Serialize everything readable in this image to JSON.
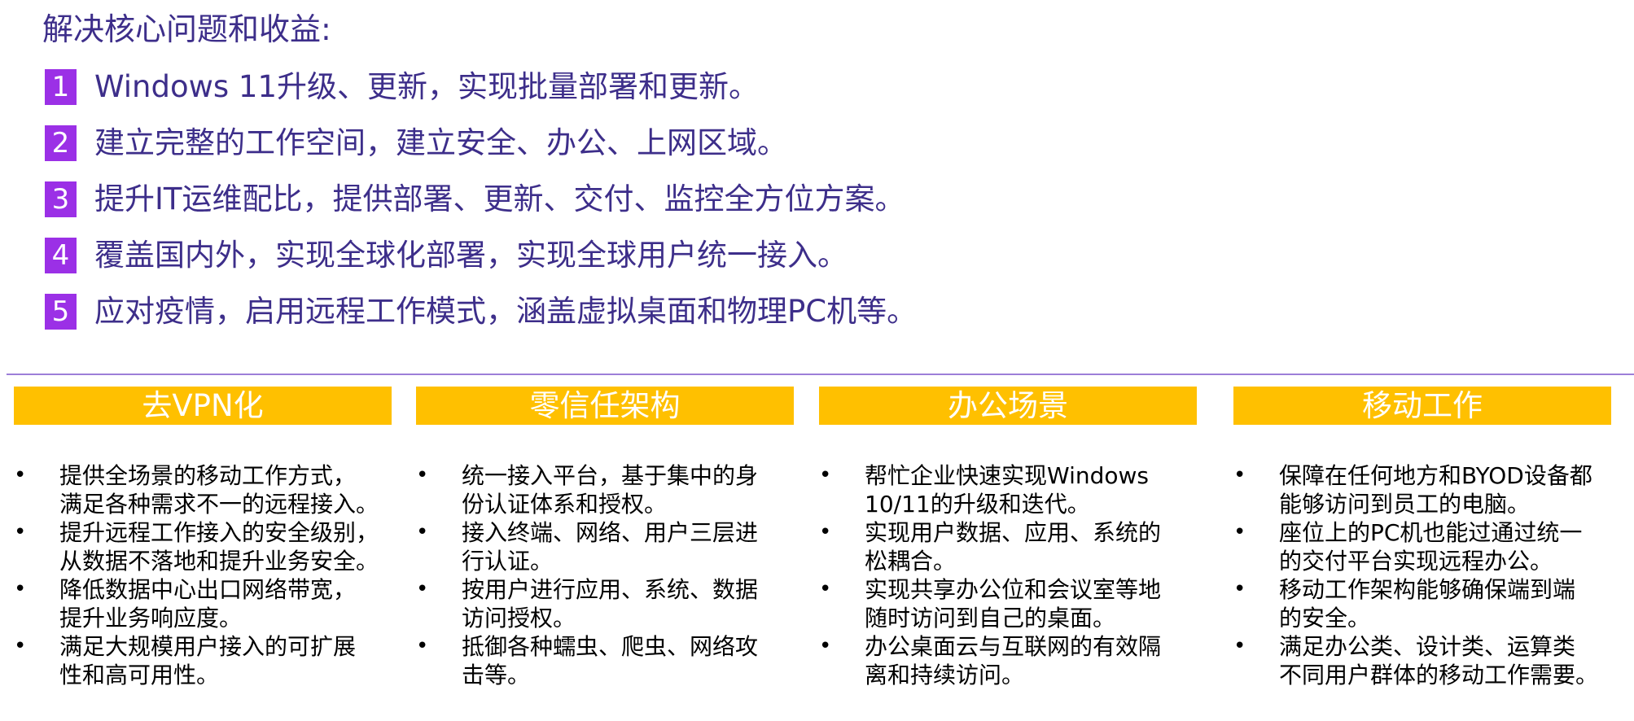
{
  "heading": "解决核心问题和收益:",
  "goals": [
    {
      "num": "1",
      "text": "Windows 11升级、更新，实现批量部署和更新。"
    },
    {
      "num": "2",
      "text": "建立完整的工作空间，建立安全、办公、上网区域。"
    },
    {
      "num": "3",
      "text": "提升IT运维配比，提供部署、更新、交付、监控全方位方案。"
    },
    {
      "num": "4",
      "text": "覆盖国内外，实现全球化部署，实现全球用户统一接入。"
    },
    {
      "num": "5",
      "text": "应对疫情，启用远程工作模式，涵盖虚拟桌面和物理PC机等。"
    }
  ],
  "columns": [
    {
      "title": "去VPN化",
      "bullets": [
        {
          "line1": "提供全场景的移动工作方式，",
          "line2": "满足各种需求不一的远程接入。"
        },
        {
          "line1": "提升远程工作接入的安全级别，",
          "line2": "从数据不落地和提升业务安全。"
        },
        {
          "line1": "降低数据中心出口网络带宽，",
          "line2": "提升业务响应度。"
        },
        {
          "line1": "满足大规模用户接入的可扩展",
          "line2": "性和高可用性。"
        }
      ]
    },
    {
      "title": "零信任架构",
      "bullets": [
        {
          "line1": "统一接入平台，基于集中的身",
          "line2": "份认证体系和授权。"
        },
        {
          "line1": "接入终端、网络、用户三层进",
          "line2": "行认证。"
        },
        {
          "line1": "按用户进行应用、系统、数据",
          "line2": "访问授权。"
        },
        {
          "line1": "抵御各种蠕虫、爬虫、网络攻",
          "line2": "击等。"
        }
      ]
    },
    {
      "title": "办公场景",
      "bullets": [
        {
          "line1": "帮忙企业快速实现Windows",
          "line2": "10/11的升级和迭代。"
        },
        {
          "line1": "实现用户数据、应用、系统的",
          "line2": "松耦合。"
        },
        {
          "line1": "实现共享办公位和会议室等地",
          "line2": "随时访问到自己的桌面。"
        },
        {
          "line1": "办公桌面云与互联网的有效隔",
          "line2": "离和持续访问。"
        }
      ]
    },
    {
      "title": "移动工作",
      "bullets": [
        {
          "line1": "保障在任何地方和BYOD设备都",
          "line2": "能够访问到员工的电脑。"
        },
        {
          "line1": "座位上的PC机也能过通过统一",
          "line2": "的交付平台实现远程办公。"
        },
        {
          "line1": "移动工作架构能够确保端到端",
          "line2": "的安全。"
        },
        {
          "line1": "满足办公类、设计类、运算类",
          "line2": "不同用户群体的移动工作需要。"
        }
      ]
    }
  ],
  "bullet_symbol": "•",
  "colors": {
    "heading_text": "#3d2e8a",
    "number_badge": "#9b30e6",
    "column_header": "#ffc000",
    "divider": "#9c7ed8"
  }
}
